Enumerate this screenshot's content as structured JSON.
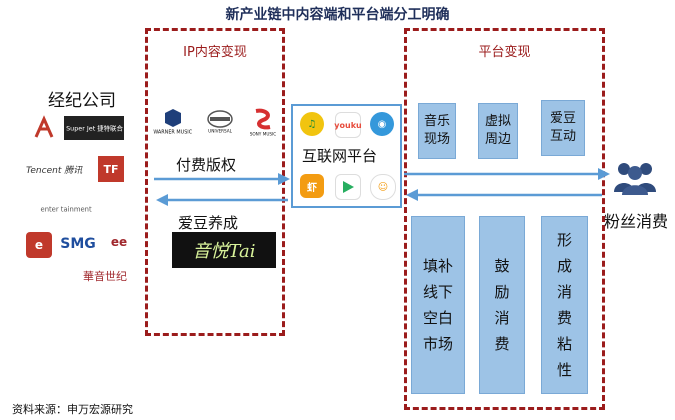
{
  "title": "新产业链中内容端和平台端分工明确",
  "left_panel": {
    "title": "IP内容变现",
    "paid_label": "付费版权",
    "idol_label": "爱豆养成",
    "idol_banner": "音悦Tai",
    "music_logos": [
      "WARNER MUSIC",
      "UNIVERSAL",
      "SONY MUSIC"
    ]
  },
  "agency": {
    "label": "经纪公司",
    "logos": [
      "乐华娱乐",
      "Super Jet 捷特联合",
      "Tencent 腾讯",
      "TF 太合麦田",
      "enter tainment",
      "光线传媒",
      "SMG 上海文广",
      "EE-MEDIA 天娱传媒",
      "華音世纪"
    ]
  },
  "platform": {
    "label": "互联网平台",
    "apps": [
      "QQ音乐",
      "优酷",
      "网易云",
      "虾米",
      "腾讯视频",
      "酷狗"
    ]
  },
  "right_panel": {
    "title": "平台变现",
    "small_boxes": [
      "音乐现场",
      "虚拟周边",
      "爱豆互动"
    ],
    "small_boxes_lines": [
      [
        "音乐",
        "现场"
      ],
      [
        "虚拟",
        "周边"
      ],
      [
        "爱豆",
        "互动"
      ]
    ],
    "tall_boxes": [
      "填补线下空白市场",
      "鼓励消费",
      "形成消费粘性"
    ]
  },
  "fans": {
    "label": "粉丝消费",
    "icon": "people-icon"
  },
  "source": "资料来源：申万宏源研究",
  "colors": {
    "dashed_border": "#9b1c1c",
    "box_fill": "#9dc3e6",
    "arrow": "#5b9bd5",
    "title": "#1f2f5a"
  }
}
